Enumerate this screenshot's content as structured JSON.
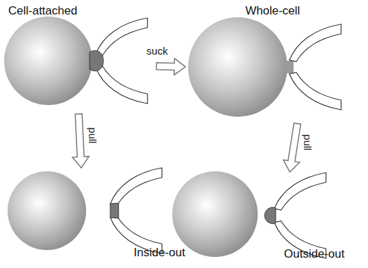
{
  "diagram": {
    "nodes": [
      {
        "text": [
          "Cell-attached"
        ]
      },
      {
        "text": [
          "Whole-cell"
        ]
      },
      {
        "text": [
          "Inside-out"
        ]
      },
      {
        "text": [
          "Outside-out"
        ]
      }
    ],
    "edges": [
      {
        "from": 0,
        "to": 1,
        "arrow": "to",
        "label": "suck"
      },
      {
        "from": 0,
        "to": 2,
        "arrow": "to",
        "label": "pull"
      },
      {
        "from": 1,
        "to": 3,
        "arrow": "to",
        "label": "pull"
      }
    ]
  }
}
